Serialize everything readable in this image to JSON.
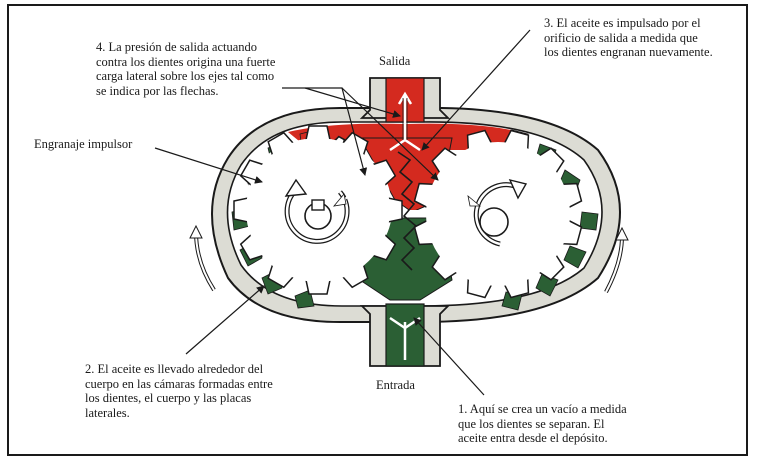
{
  "labels": {
    "note_4": "4. La presión de salida actuando\ncontra los dientes origina una fuerte\ncarga lateral sobre los ejes tal como\nse indica por las flechas.",
    "note_3": "3. El aceite es impulsado por el\norificio de salida a medida que\nlos dientes engranan nuevamente.",
    "outlet": "Salida",
    "driving_gear": "Engranaje impulsor",
    "note_2": "2. El aceite es llevado alrededor del\ncuerpo en las cámaras formadas entre\nlos dientes, el cuerpo y las placas\nlaterales.",
    "inlet": "Entrada",
    "note_1": "1. Aquí se crea un vacío a medida\nque los dientes se separan. El\naceite entra desde el depósito."
  },
  "colors": {
    "outlet_oil": "#d42a1f",
    "inlet_oil": "#2b5f34",
    "housing": "#dcdcd4",
    "outline": "#1a1a1a"
  }
}
